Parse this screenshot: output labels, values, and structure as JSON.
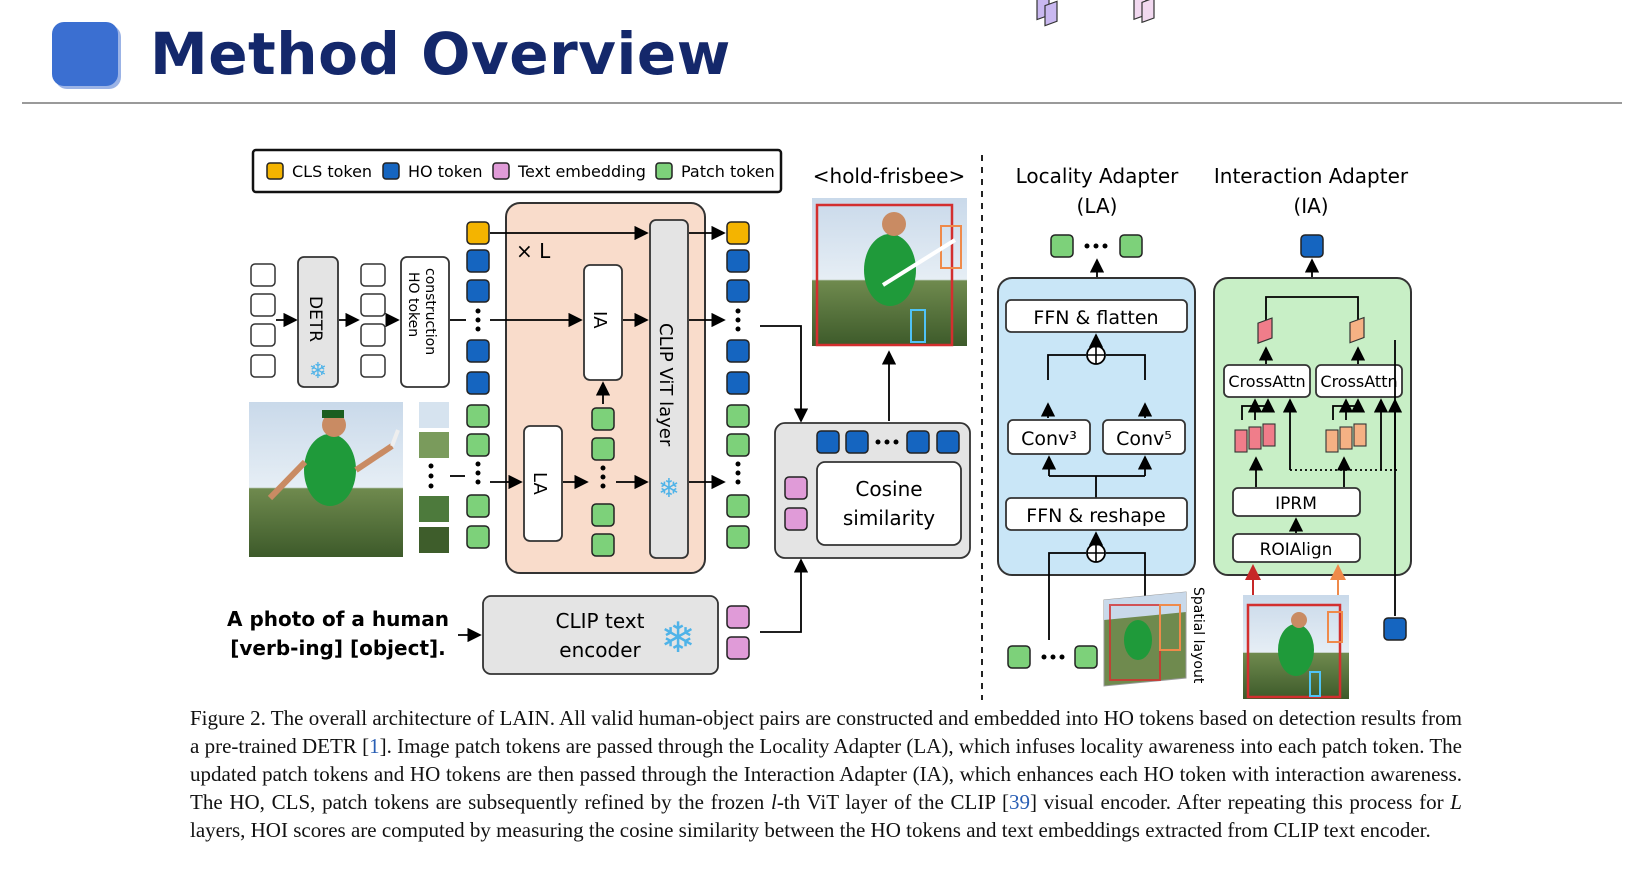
{
  "header": {
    "title": "Method Overview"
  },
  "legend": {
    "items": [
      {
        "label": "CLS token",
        "color": "#f4b400"
      },
      {
        "label": "HO token",
        "color": "#1565c0"
      },
      {
        "label": "Text embedding",
        "color": "#e09bd8"
      },
      {
        "label": "Patch token",
        "color": "#7dd17a"
      }
    ]
  },
  "diagram": {
    "detr_label": "DETR",
    "ho_construction_label": "HO token\nconstruction",
    "times_l": "× L",
    "ia_label": "IA",
    "la_label": "LA",
    "clip_vit_label": "CLIP ViT layer",
    "text_prompt_line1": "A photo of a human",
    "text_prompt_line2": "[verb-ing] [object].",
    "clip_text_encoder_line1": "CLIP text",
    "clip_text_encoder_line2": "encoder",
    "cosine_line1": "Cosine",
    "cosine_line2": "similarity",
    "output_label": "<hold-frisbee>",
    "la_title_line1": "Locality Adapter",
    "la_title_line2": "(LA)",
    "ia_title_line1": "Interaction Adapter",
    "ia_title_line2": "(IA)",
    "ffn_flatten": "FFN & flatten",
    "conv3": "Conv³",
    "conv5": "Conv⁵",
    "ffn_reshape": "FFN & reshape",
    "spatial_layout": "Spatial layout",
    "crossattn": "CrossAttn",
    "iprm": "IPRM",
    "roialign": "ROIAlign"
  },
  "caption": {
    "part1": "Figure 2. The overall architecture of LAIN. All valid human-object pairs are constructed and embedded into HO tokens based on detection results from a pre-trained DETR [",
    "cite1": "1",
    "part2": "]. Image patch tokens are passed through the Locality Adapter (LA), which infuses locality awareness into each patch token. The updated patch tokens and HO tokens are then passed through the Interaction Adapter (IA), which enhances each HO token with interaction awareness. The HO, CLS, patch tokens are subsequently refined by the frozen ",
    "italic_l": "l",
    "part3": "-th ViT layer of the CLIP [",
    "cite2": "39",
    "part4": "] visual encoder. After repeating this process for ",
    "italic_L": "L",
    "part5": " layers, HOI scores are computed by measuring the cosine similarity between the HO tokens and text embeddings extracted from CLIP text encoder."
  }
}
